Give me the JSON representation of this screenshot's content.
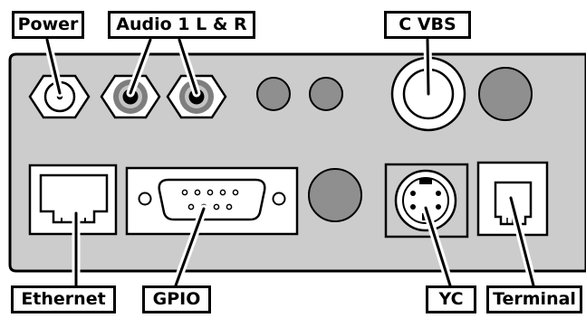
{
  "labels": {
    "power": "Power",
    "audio": "Audio 1 L & R",
    "cvbs": "C VBS",
    "ethernet": "Ethernet",
    "gpio": "GPIO",
    "yc": "YC",
    "terminal": "Terminal"
  },
  "colors": {
    "panel": "#cccccc",
    "outline": "#000000",
    "label_background": "#ffffff",
    "button_gray": "#8f8f8f",
    "audio_ring_outer": "#7e7e7e",
    "audio_ring_inner": "#c4c4c4",
    "jack_fill": "#ffffff"
  }
}
